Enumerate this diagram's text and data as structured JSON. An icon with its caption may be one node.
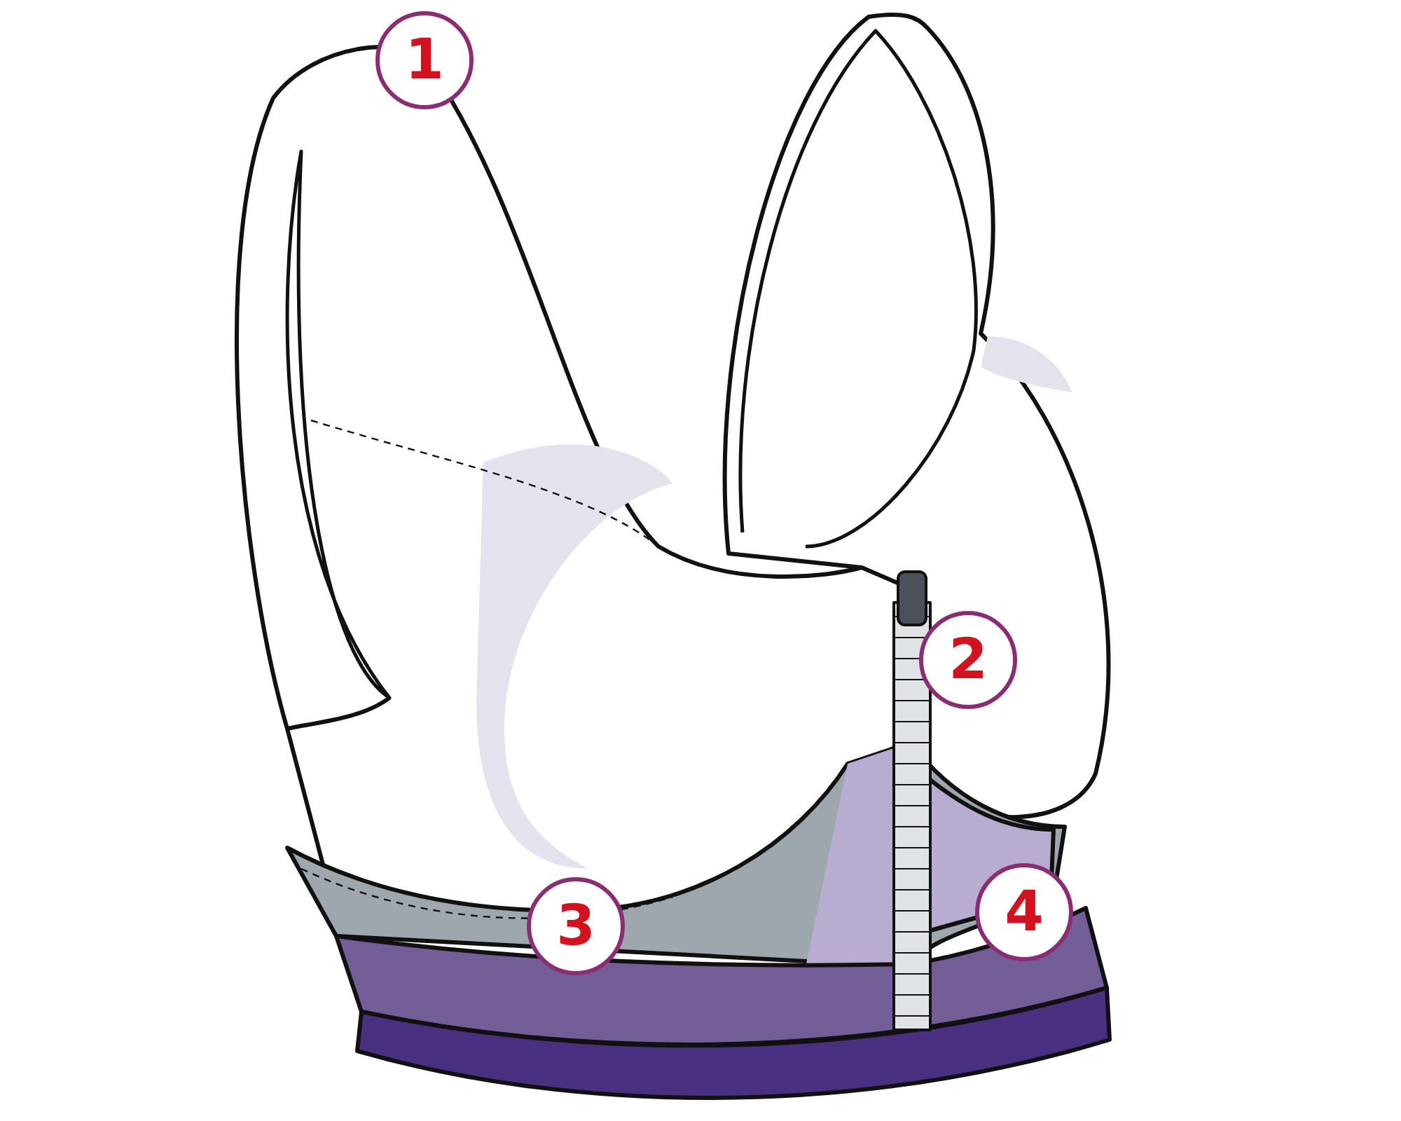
{
  "diagram": {
    "labels": [
      "1",
      "2",
      "3",
      "4"
    ]
  }
}
